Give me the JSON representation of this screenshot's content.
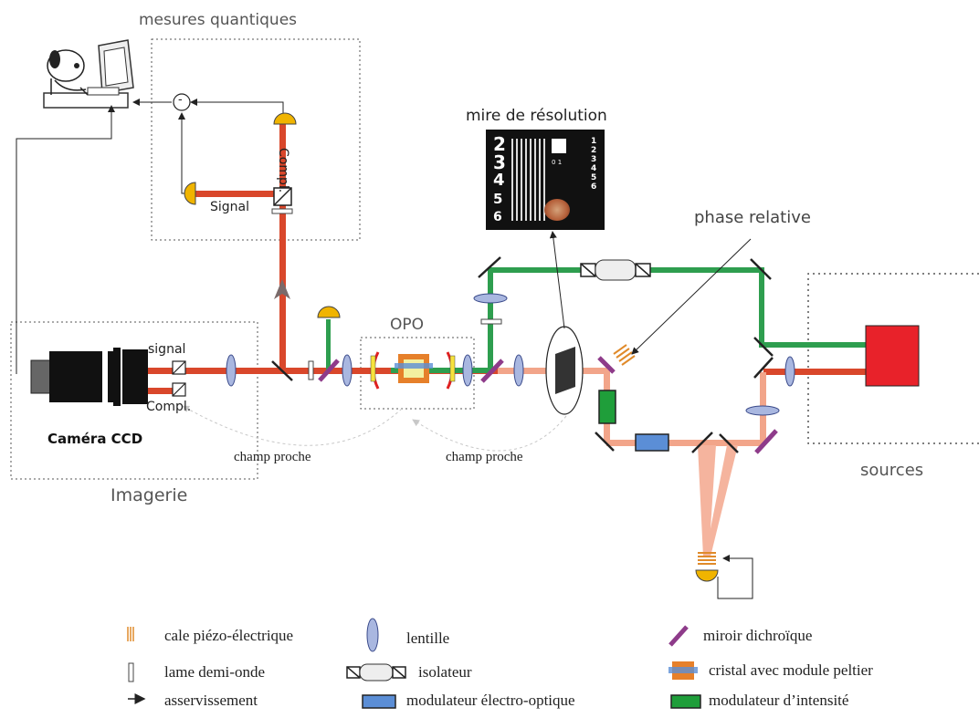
{
  "regions": {
    "quantum_box_title": "mesures quantiques",
    "imaging_box_title": "Imagerie",
    "opo_box_title": "OPO",
    "sources_box_title": "sources"
  },
  "labels": {
    "signal_quantum": "Signal",
    "compl_quantum": "Compl.",
    "signal_camera": "signal",
    "compl_camera": "Compl.",
    "camera": "Caméra CCD",
    "near_field_left": "champ proche",
    "near_field_right": "champ proche",
    "resolution_target": "mire de résolution",
    "relative_phase": "phase relative",
    "subtractor_symbol": "-"
  },
  "resolution_target": {
    "digits": [
      "2",
      "3",
      "4",
      "5",
      "6"
    ],
    "small_digits": [
      "1",
      "2",
      "3",
      "4",
      "5",
      "6"
    ],
    "center_digits": [
      "0",
      "1"
    ]
  },
  "legend": {
    "items": [
      {
        "icon": "piezo-icon",
        "text": "cale piézo-électrique"
      },
      {
        "icon": "half-wave-plate-icon",
        "text": "lame demi-onde"
      },
      {
        "icon": "feedback-arrow-icon",
        "text": "asservissement"
      },
      {
        "icon": "lens-icon",
        "text": "lentille"
      },
      {
        "icon": "isolator-icon",
        "text": "isolateur"
      },
      {
        "icon": "eo-modulator-icon",
        "text": "modulateur électro-optique"
      },
      {
        "icon": "dichroic-mirror-icon",
        "text": "miroir dichroïque"
      },
      {
        "icon": "crystal-peltier-icon",
        "text": "cristal avec module peltier"
      },
      {
        "icon": "intensity-modulator-icon",
        "text": "modulateur d’intensité"
      }
    ]
  },
  "colors": {
    "red_beam": "#d9472b",
    "pink_beam": "#f2a58a",
    "green_beam": "#2e9e4f",
    "lens": "#a9b7e0",
    "detector": "#f0b400",
    "laser": "#e8222a",
    "eom": "#5b8ed6",
    "intensity_modulator": "#1f9e3a",
    "dichroic": "#8e3b8a",
    "piezo": "#e08a2a"
  }
}
